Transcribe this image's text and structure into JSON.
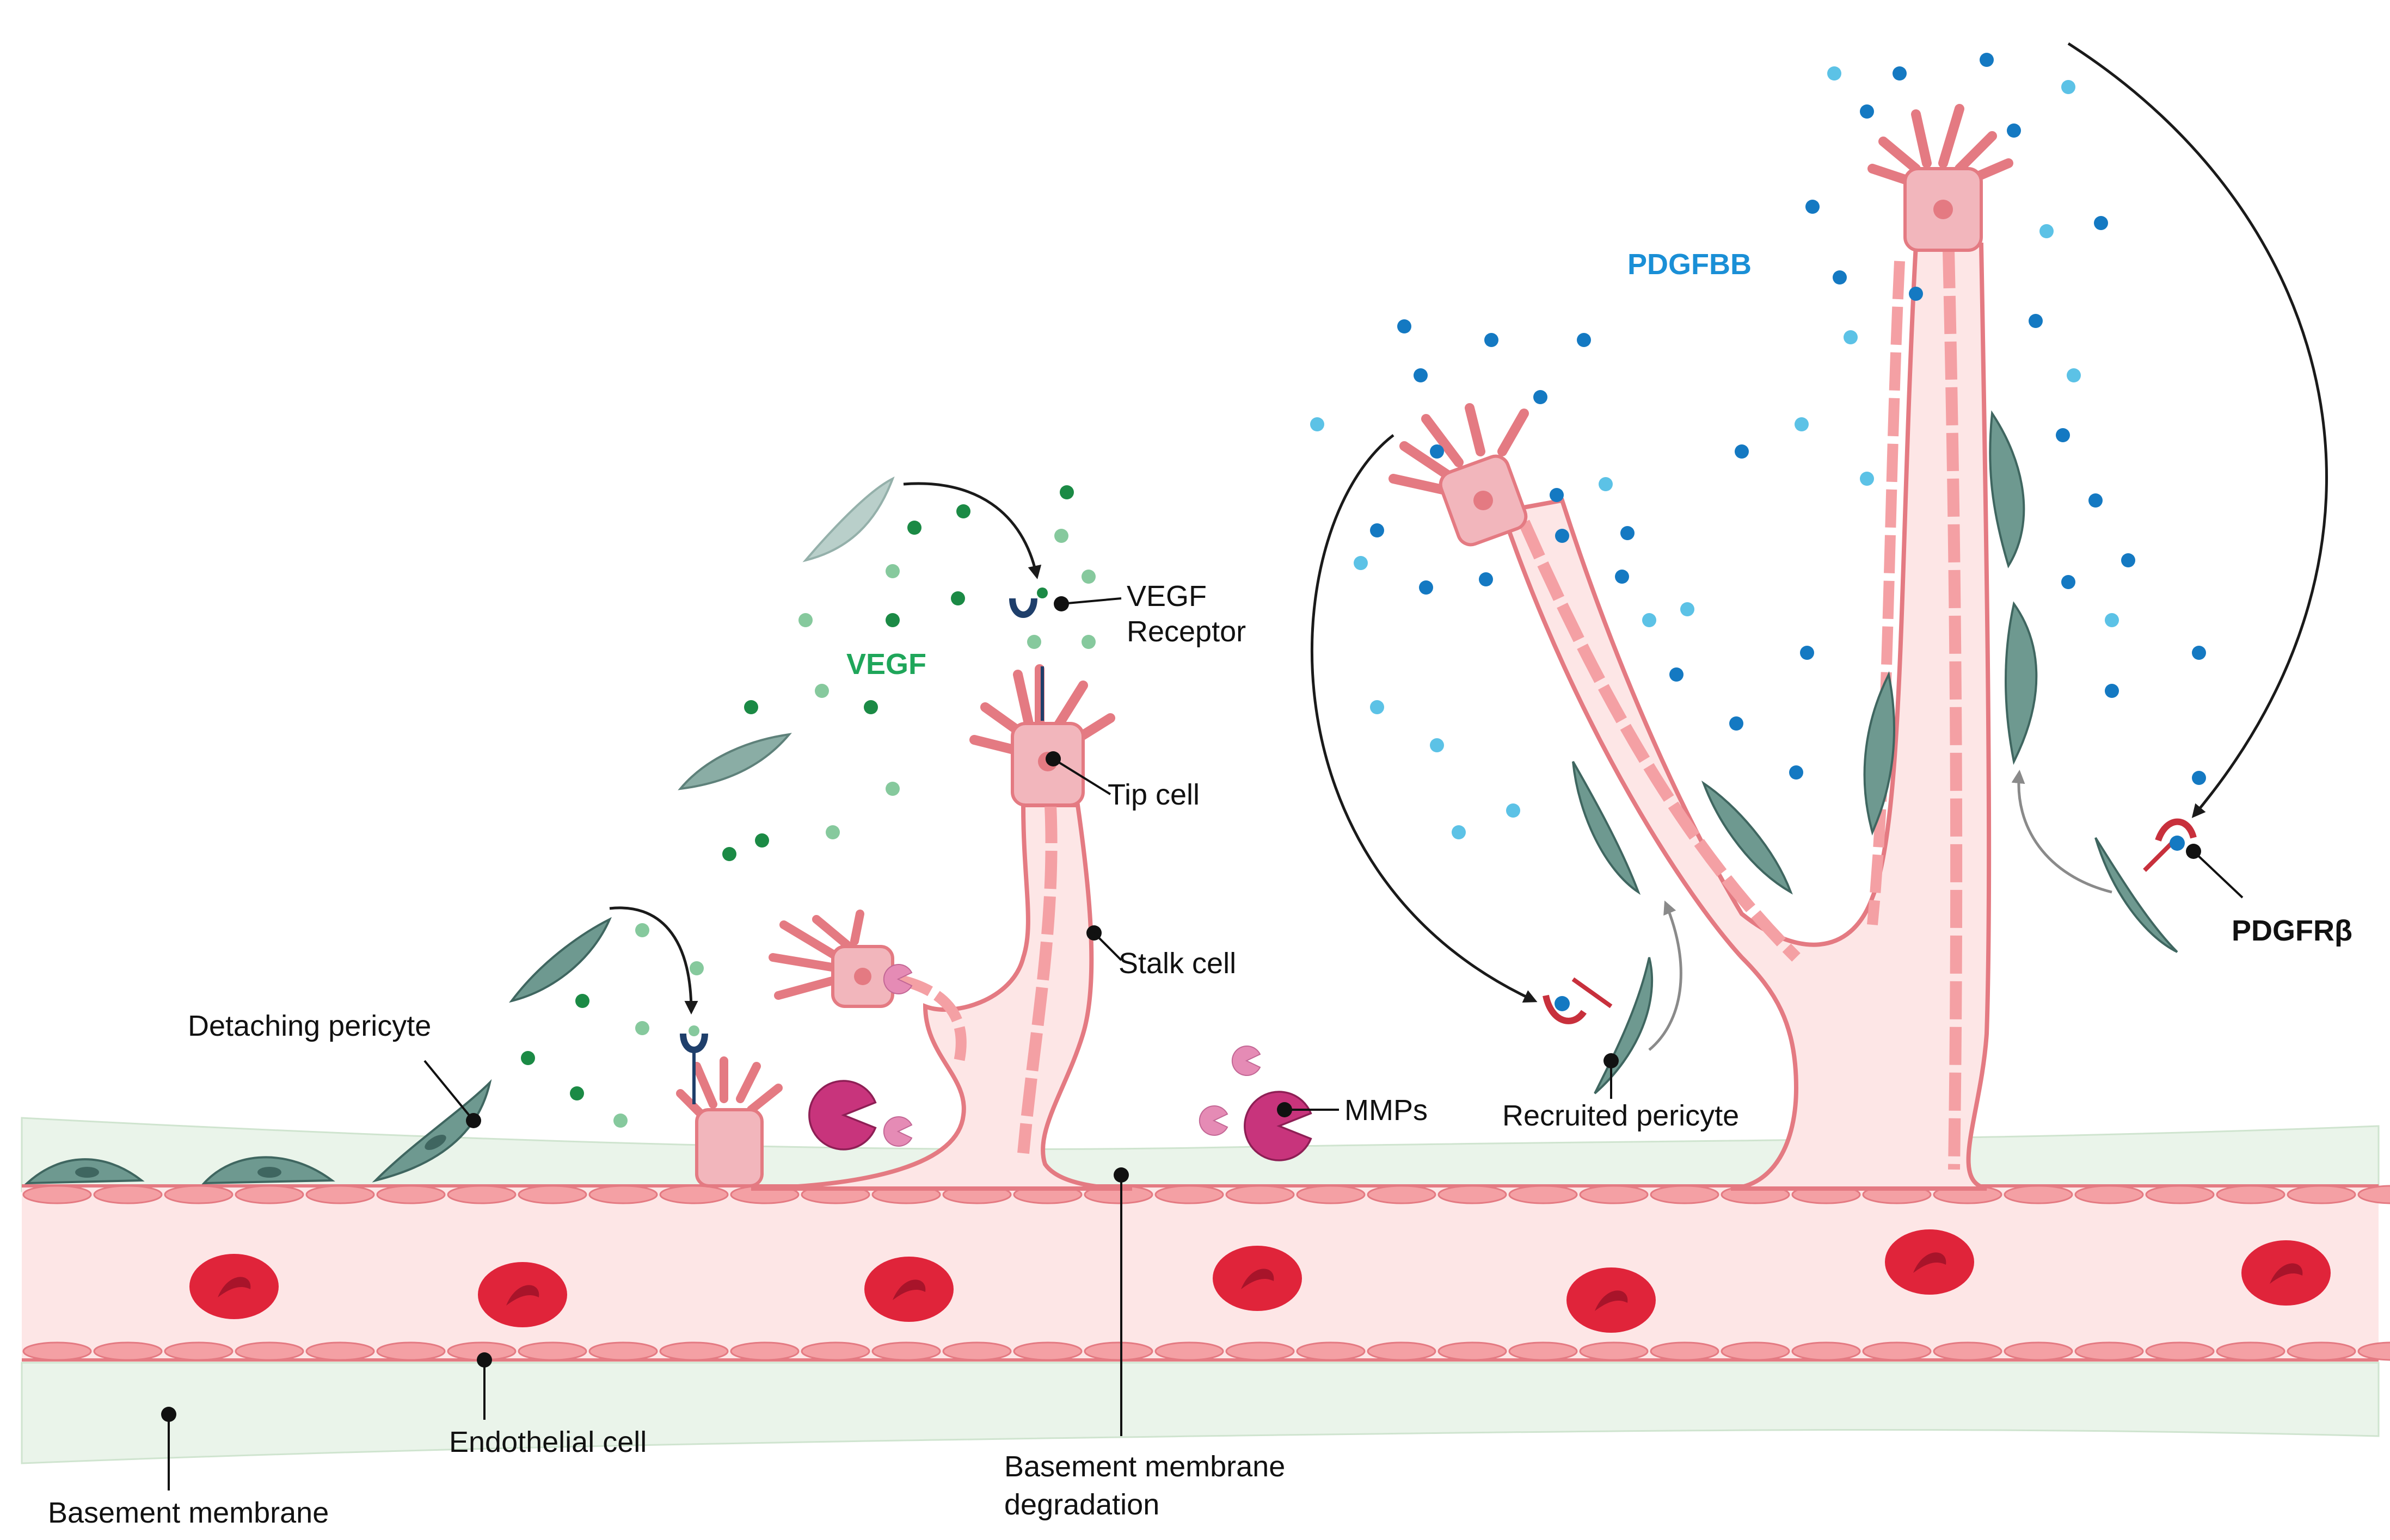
{
  "labels": {
    "vegf": "VEGF",
    "vegf_receptor_line1": "VEGF",
    "vegf_receptor_line2": "Receptor",
    "tip_cell": "Tip cell",
    "stalk_cell": "Stalk cell",
    "detaching_pericyte": "Detaching pericyte",
    "mmps": "MMPs",
    "recruited_pericyte": "Recruited pericyte",
    "pdgfbb": "PDGFBB",
    "pdgfr_beta": "PDGFRβ",
    "endothelial_cell": "Endothelial cell",
    "basement_membrane": "Basement membrane",
    "bm_degradation_line1": "Basement membrane",
    "bm_degradation_line2": "degradation"
  },
  "colors": {
    "endothelium_fill": "#fde6e6",
    "endothelium_cell": "#f4a0a4",
    "endothelium_stroke": "#e47a82",
    "basement_membrane": "#eaf4ea",
    "red_blood_cell": "#e0243a",
    "red_blood_cell_dark": "#a8142a",
    "pericyte": "#6e9990",
    "pericyte_dark": "#3f6660",
    "tip_cell": "#f2b6bc",
    "vegf_dark": "#1b8a45",
    "vegf_light": "#86c99d",
    "pdgf_dark": "#1479c2",
    "pdgf_light": "#5cc2e6",
    "mmp": "#c8347c",
    "mmp_light": "#e58bb5",
    "receptor_vegf": "#1f3f6b",
    "receptor_pdgf": "#c8303c",
    "arrow_dark": "#1a1a1a",
    "arrow_gray": "#8a8a8a"
  }
}
